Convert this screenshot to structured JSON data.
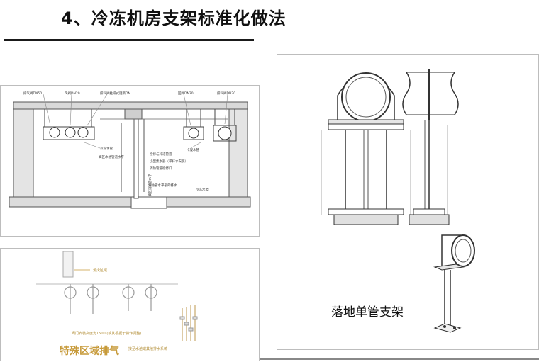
{
  "page": {
    "title": "4、冷冻机房支架标准化做法"
  },
  "plant_room_section": {
    "labels": [
      "排气阀DN50",
      "风阀DN20",
      "排气阀推排式阻断DN",
      "回阀DN20",
      "排气阀DN20",
      "冷冻水管",
      "冷凝水管",
      "高区水池管道水平",
      "高区消防管水平",
      "检修与冷冻管道",
      "小型集水器（带排水安装）",
      "消防管水平部的排水",
      "冷冻水泵",
      "消防管道检修口"
    ]
  },
  "exhaust_section": {
    "top_label": "消火区域",
    "note_1": "阀门安装高度为1500 (或其根据于操作调整)",
    "note_2": "接至水池或其他排水系统",
    "caption": "特殊区域排气"
  },
  "pipe_support": {
    "caption": "落地单管支架"
  }
}
